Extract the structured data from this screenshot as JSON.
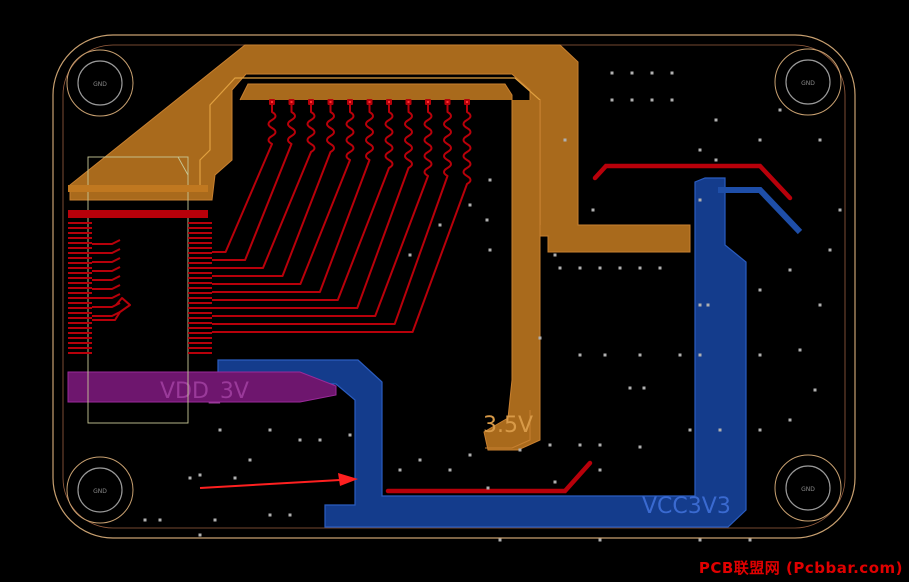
{
  "nets": {
    "vdd_3v": "VDD_3V",
    "v3_5": "3.5V",
    "vcc3v3": "VCC3V3"
  },
  "holes": {
    "label": "GND"
  },
  "watermark": "PCB联盟网 (Pcbbar.com)",
  "colors": {
    "background": "#000000",
    "outline": "#c8a070",
    "top_copper": "#b8000a",
    "pour_3v5": "#c07820",
    "pour_vcc3v3": "#1848a0",
    "pour_vdd_3v": "#7a1a7a",
    "silkscreen": "#c8c896",
    "annotation_arrow": "#ff2020",
    "vias": "#b0b0b0"
  },
  "annotation": "arrow-pointing-to-vcc3v3-neck"
}
